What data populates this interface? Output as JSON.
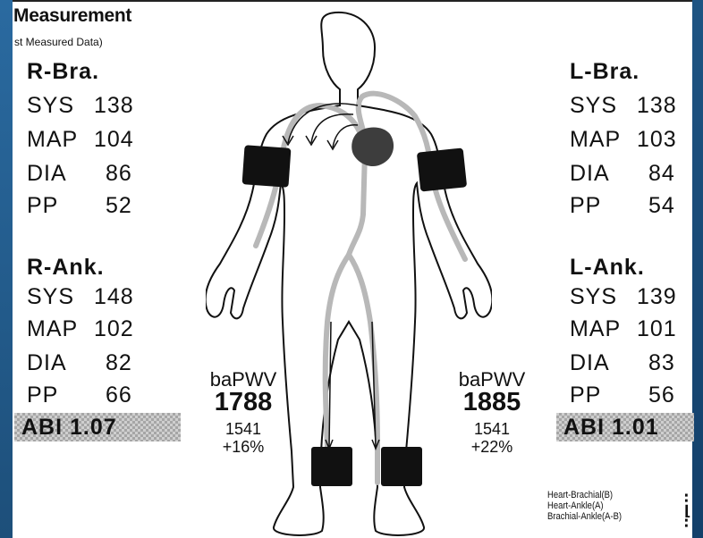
{
  "header": {
    "title": "Measurement",
    "subtitle": "st Measured Data)"
  },
  "sites": {
    "right_brachial": {
      "title": "R-Bra.",
      "sys_label": "SYS",
      "sys": "138",
      "map_label": "MAP",
      "map": "104",
      "dia_label": "DIA",
      "dia": "86",
      "pp_label": "PP",
      "pp": "52"
    },
    "right_ankle": {
      "title": "R-Ank.",
      "sys_label": "SYS",
      "sys": "148",
      "map_label": "MAP",
      "map": "102",
      "dia_label": "DIA",
      "dia": "82",
      "pp_label": "PP",
      "pp": "66",
      "abi_label": "ABI",
      "abi": "1.07"
    },
    "left_brachial": {
      "title": "L-Bra.",
      "sys_label": "SYS",
      "sys": "138",
      "map_label": "MAP",
      "map": "103",
      "dia_label": "DIA",
      "dia": "84",
      "pp_label": "PP",
      "pp": "54"
    },
    "left_ankle": {
      "title": "L-Ank.",
      "sys_label": "SYS",
      "sys": "139",
      "map_label": "MAP",
      "map": "101",
      "dia_label": "DIA",
      "dia": "83",
      "pp_label": "PP",
      "pp": "56",
      "abi_label": "ABI",
      "abi": "1.01"
    }
  },
  "pwv": {
    "right": {
      "label": "baPWV",
      "value": "1788",
      "reference": "1541",
      "delta": "+16%"
    },
    "left": {
      "label": "baPWV",
      "value": "1885",
      "reference": "1541",
      "delta": "+22%"
    }
  },
  "legend": {
    "line1": "Heart-Brachial(B)",
    "line2": "Heart-Ankle(A)",
    "line3": "Brachial-Ankle(A-B)"
  },
  "colors": {
    "frame": "#1d4f7a",
    "artery": "#b8b8b8",
    "heart": "#3d3d3d",
    "cuff": "#111111",
    "abi_fill": "#cfcfcf"
  },
  "icons": [
    "human-body-figure",
    "heart-icon",
    "cuff-icon",
    "flow-arrow-icon"
  ]
}
